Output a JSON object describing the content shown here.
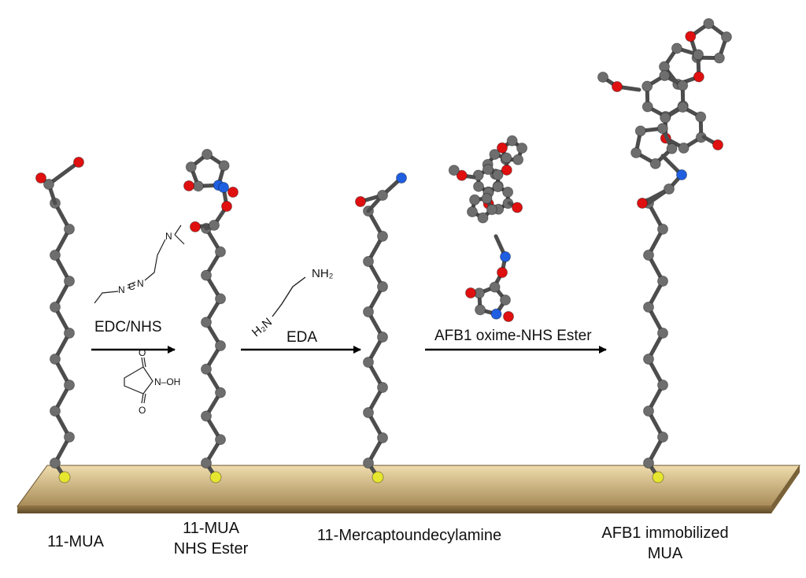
{
  "captions": {
    "mua": "11-MUA",
    "nhs_ester_line1": "11-MUA",
    "nhs_ester_line2": "NHS Ester",
    "amine": "11-Mercaptoundecylamine",
    "afb1_line1": "AFB1 immobilized",
    "afb1_line2": "MUA"
  },
  "steps": {
    "step1_reagent": "EDC/NHS",
    "step2_reagent": "EDA",
    "step3_reagent": "AFB1 oxime-NHS Ester"
  },
  "structure_labels": {
    "n": "N",
    "c": "C",
    "oh": "N–OH",
    "o": "O",
    "h2n": "H₂N",
    "nh2": "NH₂"
  },
  "colors": {
    "carbon": "#6e6e6e",
    "oxygen": "#e01010",
    "nitrogen": "#1f5fe0",
    "sulfur": "#e6e630",
    "surface": "#b49a66"
  }
}
